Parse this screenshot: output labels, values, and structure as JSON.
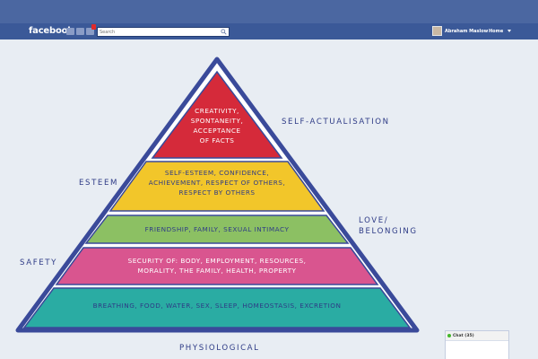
{
  "header": {
    "logo": "facebook",
    "search_placeholder": "Search",
    "user_name": "Abraham Maslow",
    "home": "Home"
  },
  "pyramid": {
    "layers": [
      {
        "id": "self-actualisation",
        "lines": [
          "CREATIVITY,",
          "SPONTANEITY,",
          "ACCEPTANCE",
          "OF FACTS"
        ],
        "fill": "#d52a3a",
        "text": "#ffffff"
      },
      {
        "id": "esteem",
        "lines": [
          "SELF-ESTEEM, CONFIDENCE,",
          "ACHIEVEMENT, RESPECT OF OTHERS,",
          "RESPECT BY OTHERS"
        ],
        "fill": "#f2c62a",
        "text": "#2e3b86"
      },
      {
        "id": "love-belonging",
        "lines": [
          "FRIENDSHIP, FAMILY, SEXUAL INTIMACY"
        ],
        "fill": "#8cc063",
        "text": "#2e3b86"
      },
      {
        "id": "safety",
        "lines": [
          "SECURITY OF: BODY, EMPLOYMENT, RESOURCES,",
          "MORALITY, THE FAMILY, HEALTH, PROPERTY"
        ],
        "fill": "#d9558f",
        "text": "#ffffff"
      },
      {
        "id": "physiological",
        "lines": [
          "BREATHING, FOOD, WATER, SEX, SLEEP, HOMEOSTASIS, EXCRETION"
        ],
        "fill": "#2aaca3",
        "text": "#2e3b86"
      }
    ],
    "outline_color": "#3a4a9a",
    "labels": {
      "self_actualisation": "SELF-ACTUALISATION",
      "esteem": "ESTEEM",
      "love": [
        "LOVE/",
        "BELONGING"
      ],
      "safety": "SAFETY",
      "physiological": "PHYSIOLOGICAL"
    }
  },
  "chat": {
    "label": "Chat (35)"
  }
}
